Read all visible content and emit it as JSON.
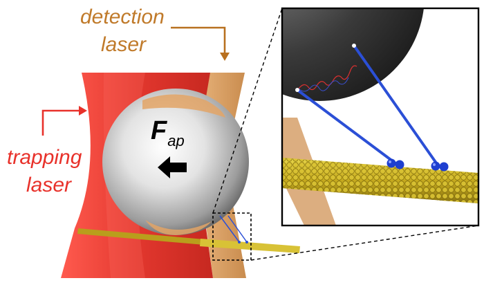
{
  "labels": {
    "detection_line1": "detection",
    "detection_line2": "laser",
    "trapping_line1": "trapping",
    "trapping_line2": "laser",
    "force_main": "F",
    "force_sub": "ap"
  },
  "colors": {
    "detection_laser": "#c07a2a",
    "trapping_laser": "#e8312a",
    "bead": "#c9c9c9",
    "microtubule": "#c9b41f",
    "linker": "#2b4fd6"
  },
  "icons": [
    "arrow-right-icon",
    "arrow-down-icon",
    "arrow-left-icon"
  ]
}
